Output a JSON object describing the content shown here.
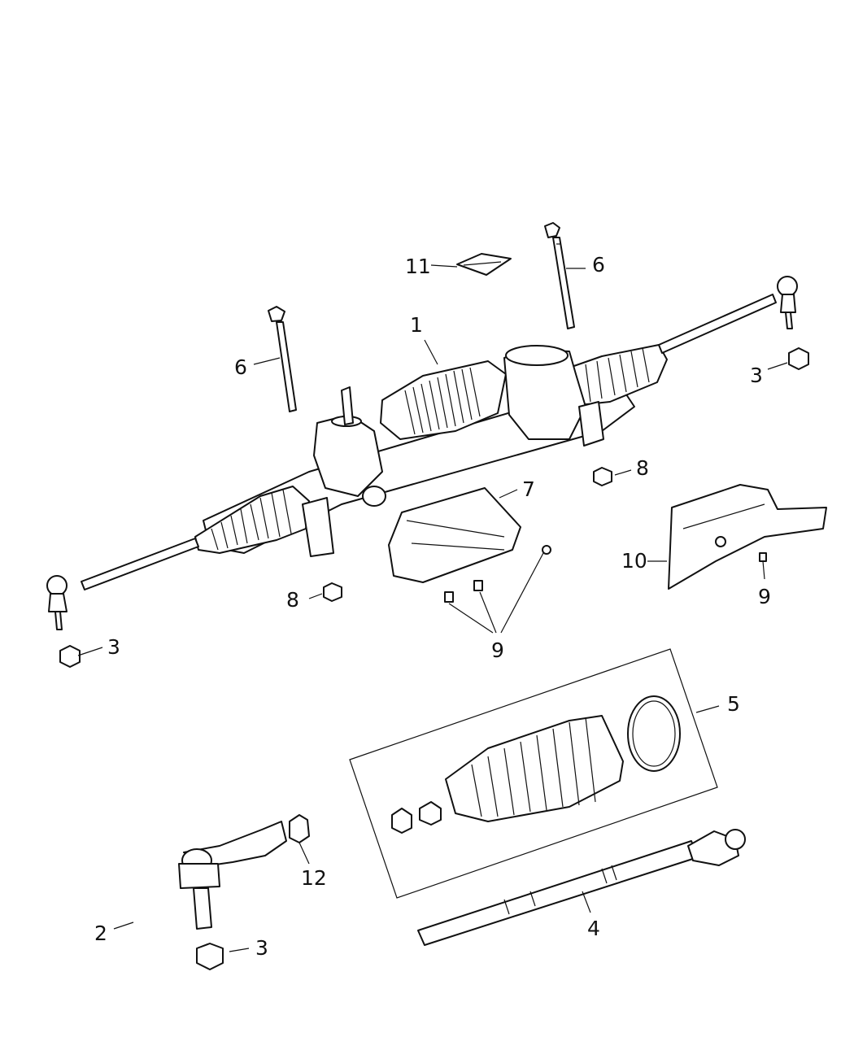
{
  "callouts": [
    {
      "id": "c1",
      "label": "1"
    },
    {
      "id": "c2",
      "label": "2"
    },
    {
      "id": "c3a",
      "label": "3"
    },
    {
      "id": "c3b",
      "label": "3"
    },
    {
      "id": "c3c",
      "label": "3"
    },
    {
      "id": "c4",
      "label": "4"
    },
    {
      "id": "c5",
      "label": "5"
    },
    {
      "id": "c6a",
      "label": "6"
    },
    {
      "id": "c6b",
      "label": "6"
    },
    {
      "id": "c7",
      "label": "7"
    },
    {
      "id": "c8a",
      "label": "8"
    },
    {
      "id": "c8b",
      "label": "8"
    },
    {
      "id": "c9a",
      "label": "9"
    },
    {
      "id": "c9b",
      "label": "9"
    },
    {
      "id": "c10",
      "label": "10"
    },
    {
      "id": "c11",
      "label": "11"
    },
    {
      "id": "c12",
      "label": "12"
    }
  ]
}
